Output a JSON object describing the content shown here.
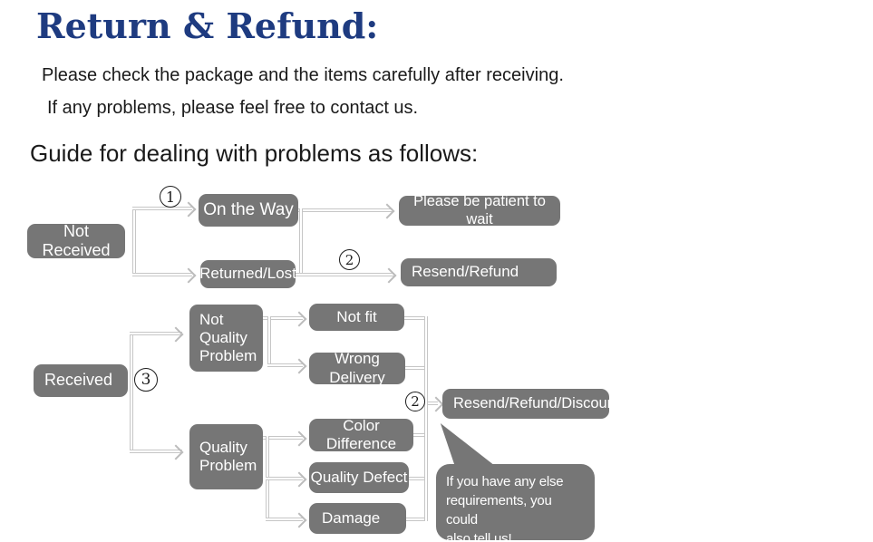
{
  "page": {
    "title": "Return & Refund:",
    "intro_line1": "Please check the package and the items carefully after receiving.",
    "intro_line2": "If any problems, please feel free to contact us.",
    "guide_heading": "Guide for dealing with problems as follows:"
  },
  "colors": {
    "title_navy": "#1e3b80",
    "node_gray": "#767676",
    "node_text": "#ffffff",
    "connector_gray": "#c6c6c6"
  },
  "flowchart": {
    "nodes": {
      "not_received": "Not Received",
      "on_the_way": "On the Way",
      "returned_lost": "Returned/Lost",
      "please_wait": "Please be patient to wait",
      "resend_refund": "Resend/Refund",
      "received": "Received",
      "not_quality_problem": "Not Quality Problem",
      "not_fit": "Not fit",
      "wrong_delivery": "Wrong Delivery",
      "quality_problem": "Quality Problem",
      "color_difference": "Color Difference",
      "quality_defect": "Quality Defect",
      "damage": "Damage",
      "resend_refund_discount": "Resend/Refund/Discount"
    },
    "steps": {
      "one": "1",
      "two": "2",
      "three": "3"
    },
    "bubble_text": "If you have any else\nrequirements, you could\nalso tell us!"
  }
}
